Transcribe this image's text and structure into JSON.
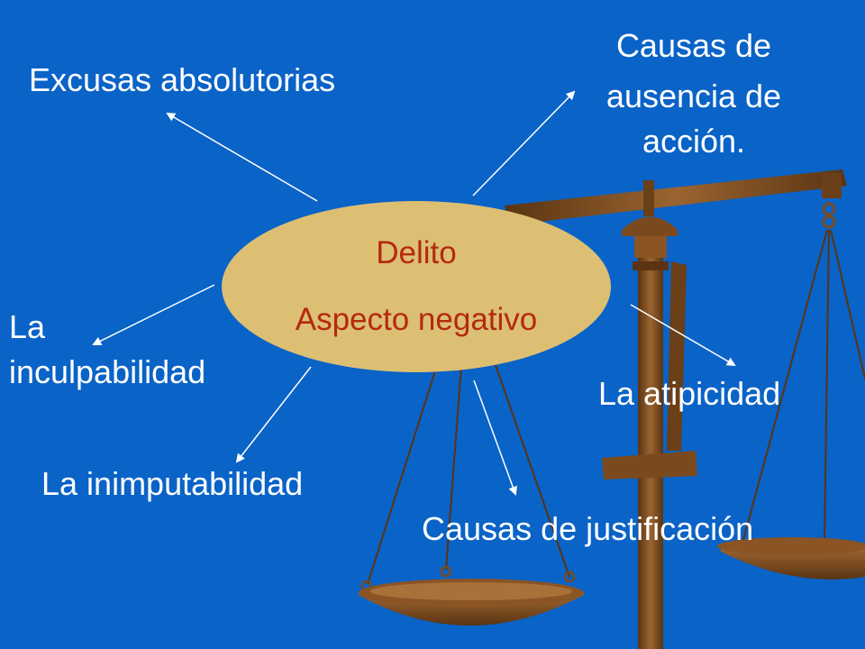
{
  "colors": {
    "background": "#0a63c7",
    "ellipse_fill": "#dcbf73",
    "ellipse_text": "#b5290f",
    "label_text": "#ffffff",
    "arrow": "#ffffff",
    "wood": "#7a4a1e",
    "wood_dark": "#4e2c10",
    "wood_light": "#a9713a"
  },
  "center": {
    "line1": "Delito",
    "line2": "Aspecto negativo"
  },
  "labels": {
    "excusas": "Excusas absolutorias",
    "ausencia_1": "Causas de",
    "ausencia_2": "ausencia de",
    "ausencia_3": "acción.",
    "inculpabilidad_1": "La",
    "inculpabilidad_2": "inculpabilidad",
    "atipicidad": "La atipicidad",
    "inimputabilidad": "La inimputabilidad",
    "justificacion": "Causas de justificación"
  },
  "decoration": {
    "background_image": "scale-of-justice"
  }
}
